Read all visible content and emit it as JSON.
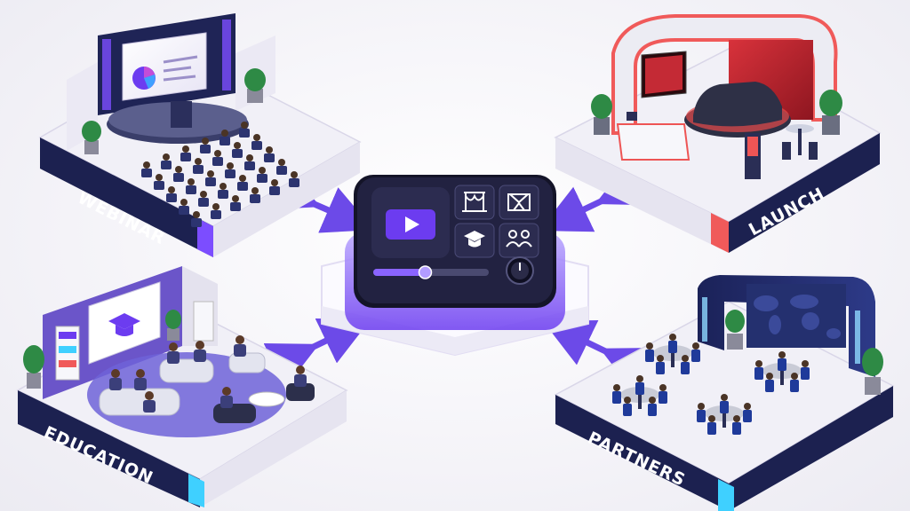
{
  "modules": [
    {
      "id": "webinar",
      "label": "WEBINAR",
      "accent": "#7c4dff"
    },
    {
      "id": "launch",
      "label": "LAUNCH",
      "accent": "#f05a5a"
    },
    {
      "id": "education",
      "label": "EDUCATION",
      "accent": "#3fd0ff"
    },
    {
      "id": "partners",
      "label": "PARTNERS",
      "accent": "#3fd0ff"
    }
  ],
  "colors": {
    "hub_primary": "#6c3cf0",
    "panel_dark": "#1f1f3a",
    "navy": "#1c2150",
    "arrow": "#6c4ae8"
  },
  "controller": {
    "icons": [
      "play-icon",
      "stage-icon",
      "exhibit-icon",
      "graduation-cap-icon",
      "people-icon"
    ],
    "slider_value": 0.45
  }
}
